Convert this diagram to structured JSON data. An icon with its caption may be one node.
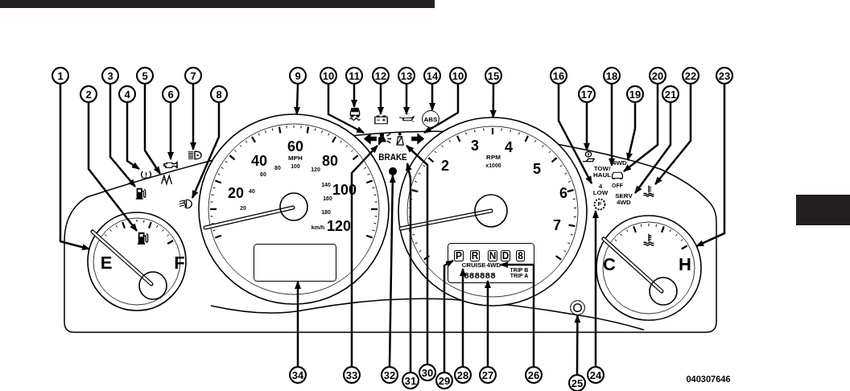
{
  "diagram": {
    "nodes": [
      {
        "text": [
          "1"
        ]
      },
      {
        "text": [
          "3"
        ]
      },
      {
        "text": [
          "5"
        ]
      },
      {
        "text": [
          "7"
        ]
      },
      {
        "text": [
          "9"
        ]
      },
      {
        "text": [
          "10"
        ]
      },
      {
        "text": [
          "11"
        ]
      },
      {
        "text": [
          "12"
        ]
      },
      {
        "text": [
          "13"
        ]
      },
      {
        "text": [
          "14"
        ]
      },
      {
        "text": [
          "10"
        ]
      },
      {
        "text": [
          "15"
        ]
      },
      {
        "text": [
          "16"
        ]
      },
      {
        "text": [
          "18"
        ]
      },
      {
        "text": [
          "20"
        ]
      },
      {
        "text": [
          "22"
        ]
      },
      {
        "text": [
          "23"
        ]
      },
      {
        "text": [
          "2"
        ]
      },
      {
        "text": [
          "4"
        ]
      },
      {
        "text": [
          "6"
        ]
      },
      {
        "text": [
          "8"
        ]
      },
      {
        "text": [
          "17"
        ]
      },
      {
        "text": [
          "19"
        ]
      },
      {
        "text": [
          "21"
        ]
      },
      {
        "text": [
          "34"
        ]
      },
      {
        "text": [
          "33"
        ]
      },
      {
        "text": [
          "32"
        ]
      },
      {
        "text": [
          "31"
        ]
      },
      {
        "text": [
          "30"
        ]
      },
      {
        "text": [
          "29"
        ]
      },
      {
        "text": [
          "28"
        ]
      },
      {
        "text": [
          "27"
        ]
      },
      {
        "text": [
          "26"
        ]
      },
      {
        "text": [
          "25"
        ]
      },
      {
        "text": [
          "24"
        ]
      },
      {
        "text": [
          "E",
          "F"
        ]
      },
      {
        "text": [],
        "shape": "icon",
        "in": 35
      },
      {
        "text": [],
        "shape": "icon"
      },
      {
        "text": [],
        "shape": "icon"
      },
      {
        "text": [],
        "shape": "icon"
      },
      {
        "text": [],
        "shape": "icon"
      },
      {
        "text": [],
        "shape": "icon"
      },
      {
        "text": [],
        "shape": "icon"
      },
      {
        "text": [
          "20",
          "40",
          "60",
          "MPH",
          "80",
          "100",
          "120",
          "20",
          "40",
          "60",
          "80",
          "100",
          "120",
          "140",
          "160",
          "180",
          "km/h"
        ]
      },
      {
        "text": [],
        "shape": "box",
        "in": 43
      },
      {
        "text": [],
        "shape": "icon"
      },
      {
        "text": [],
        "shape": "icon"
      },
      {
        "text": [],
        "shape": "icon"
      },
      {
        "text": [],
        "shape": "icon"
      },
      {
        "text": [
          "ABS"
        ]
      },
      {
        "text": [],
        "shape": "icon"
      },
      {
        "text": [],
        "shape": "icon"
      },
      {
        "text": [],
        "shape": "icon"
      },
      {
        "text": [
          "BRAKE"
        ]
      },
      {
        "text": [],
        "shape": "circle"
      },
      {
        "text": [
          "2",
          "3",
          "4",
          "RPM",
          "x1000",
          "5",
          "6",
          "7"
        ]
      },
      {
        "text": [],
        "shape": "box",
        "in": 55
      },
      {
        "text": [
          "P"
        ],
        "in": 56
      },
      {
        "text": [
          "CRUISE"
        ],
        "in": 56
      },
      {
        "text": [
          "4WD"
        ],
        "in": 56
      },
      {
        "text": [
          "888888"
        ],
        "in": 56
      },
      {
        "text": [],
        "shape": "icon"
      },
      {
        "text": [
          "TOW/ HAUL"
        ]
      },
      {
        "text": [
          "4WD"
        ]
      },
      {
        "text": [
          "OFF"
        ]
      },
      {
        "text": [
          "4 LOW"
        ]
      },
      {
        "text": [
          "SERV 4WD"
        ]
      },
      {
        "text": [],
        "shape": "icon"
      },
      {
        "text": [
          "F"
        ]
      },
      {
        "text": [
          "C",
          "H"
        ]
      },
      {
        "text": [],
        "shape": "circle"
      },
      {
        "text": [
          "R"
        ],
        "in": 56
      },
      {
        "text": [
          "N"
        ],
        "in": 56
      },
      {
        "text": [
          "D"
        ],
        "in": 56
      },
      {
        "text": [
          "8"
        ],
        "in": 56
      }
    ],
    "edges": [
      {
        "from": 0,
        "to": 35,
        "arrow": "to"
      },
      {
        "from": 1,
        "to": 37,
        "arrow": "to"
      },
      {
        "from": 2,
        "to": 39,
        "arrow": "to"
      },
      {
        "from": 3,
        "to": 41,
        "arrow": "to"
      },
      {
        "from": 4,
        "to": 43,
        "arrow": "to"
      },
      {
        "from": 5,
        "to": 45,
        "arrow": "to"
      },
      {
        "from": 6,
        "to": 46,
        "arrow": "to"
      },
      {
        "from": 7,
        "to": 47,
        "arrow": "to"
      },
      {
        "from": 8,
        "to": 48,
        "arrow": "to"
      },
      {
        "from": 9,
        "to": 49,
        "arrow": "to"
      },
      {
        "from": 10,
        "to": 50,
        "arrow": "to"
      },
      {
        "from": 11,
        "to": 55,
        "arrow": "to"
      },
      {
        "from": 12,
        "to": 65,
        "arrow": "to"
      },
      {
        "from": 13,
        "to": 62,
        "arrow": "to"
      },
      {
        "from": 14,
        "to": 64,
        "arrow": "to"
      },
      {
        "from": 15,
        "to": 67,
        "arrow": "to"
      },
      {
        "from": 16,
        "to": 69,
        "arrow": "to"
      },
      {
        "from": 17,
        "to": 36,
        "arrow": "to"
      },
      {
        "from": 18,
        "to": 38,
        "arrow": "to"
      },
      {
        "from": 19,
        "to": 40,
        "arrow": "to"
      },
      {
        "from": 20,
        "to": 42,
        "arrow": "to"
      },
      {
        "from": 21,
        "to": 61,
        "arrow": "to"
      },
      {
        "from": 22,
        "to": 63,
        "arrow": "to"
      },
      {
        "from": 23,
        "to": 66,
        "arrow": "to"
      },
      {
        "from": 24,
        "to": 44,
        "arrow": "to"
      },
      {
        "from": 25,
        "to": 51,
        "arrow": "to"
      },
      {
        "from": 26,
        "to": 54,
        "arrow": "to"
      },
      {
        "from": 27,
        "to": 53,
        "arrow": "to"
      },
      {
        "from": 28,
        "to": 52,
        "arrow": "to"
      },
      {
        "from": 29,
        "to": 57,
        "arrow": "to"
      },
      {
        "from": 30,
        "to": 58,
        "arrow": "to"
      },
      {
        "from": 31,
        "to": 60,
        "arrow": "to"
      },
      {
        "from": 32,
        "to": 59,
        "arrow": "to"
      },
      {
        "from": 33,
        "to": 70,
        "arrow": "to"
      },
      {
        "from": 34,
        "to": 68,
        "arrow": "to"
      }
    ],
    "labels": [
      "TRIP B",
      "TRIP A",
      "040307646"
    ]
  }
}
